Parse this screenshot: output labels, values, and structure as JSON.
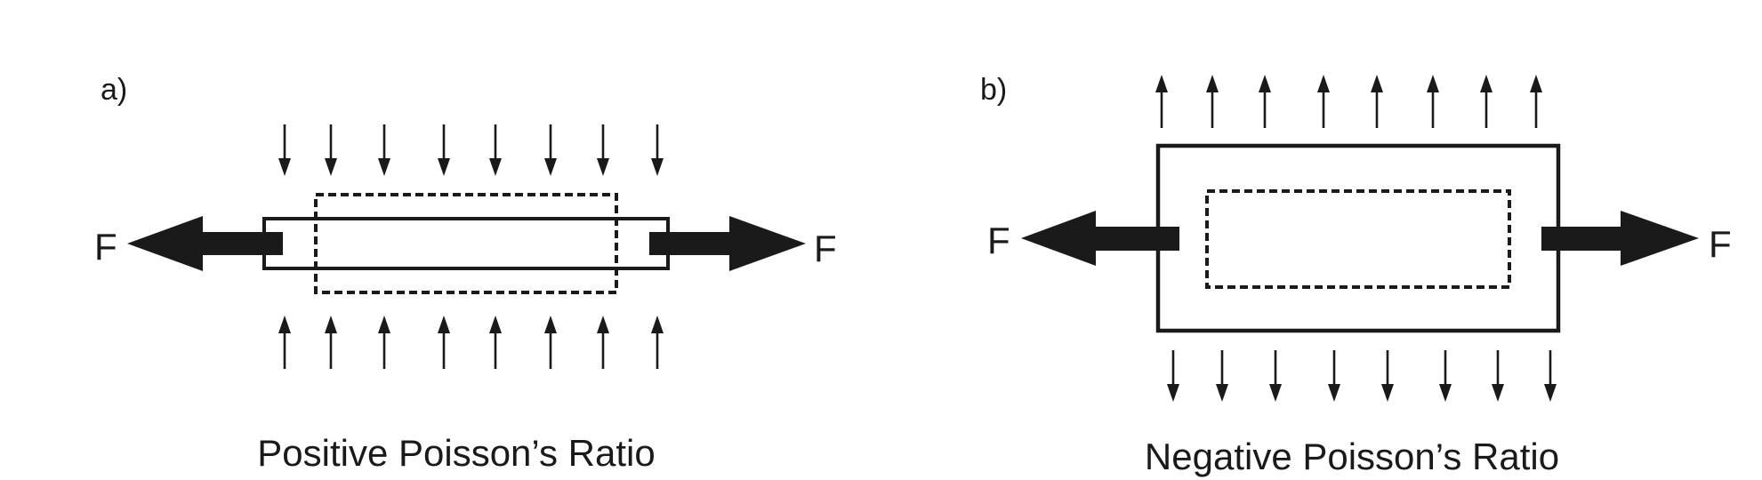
{
  "panel_a": {
    "letter": "a)",
    "left_force": "F",
    "right_force": "F",
    "caption": "Positive Poisson’s Ratio"
  },
  "panel_b": {
    "letter": "b)",
    "left_force": "F",
    "right_force": "F",
    "caption": "Negative Poisson’s Ratio"
  },
  "colors": {
    "ink": "#1a1a1a",
    "background": "#ffffff"
  }
}
